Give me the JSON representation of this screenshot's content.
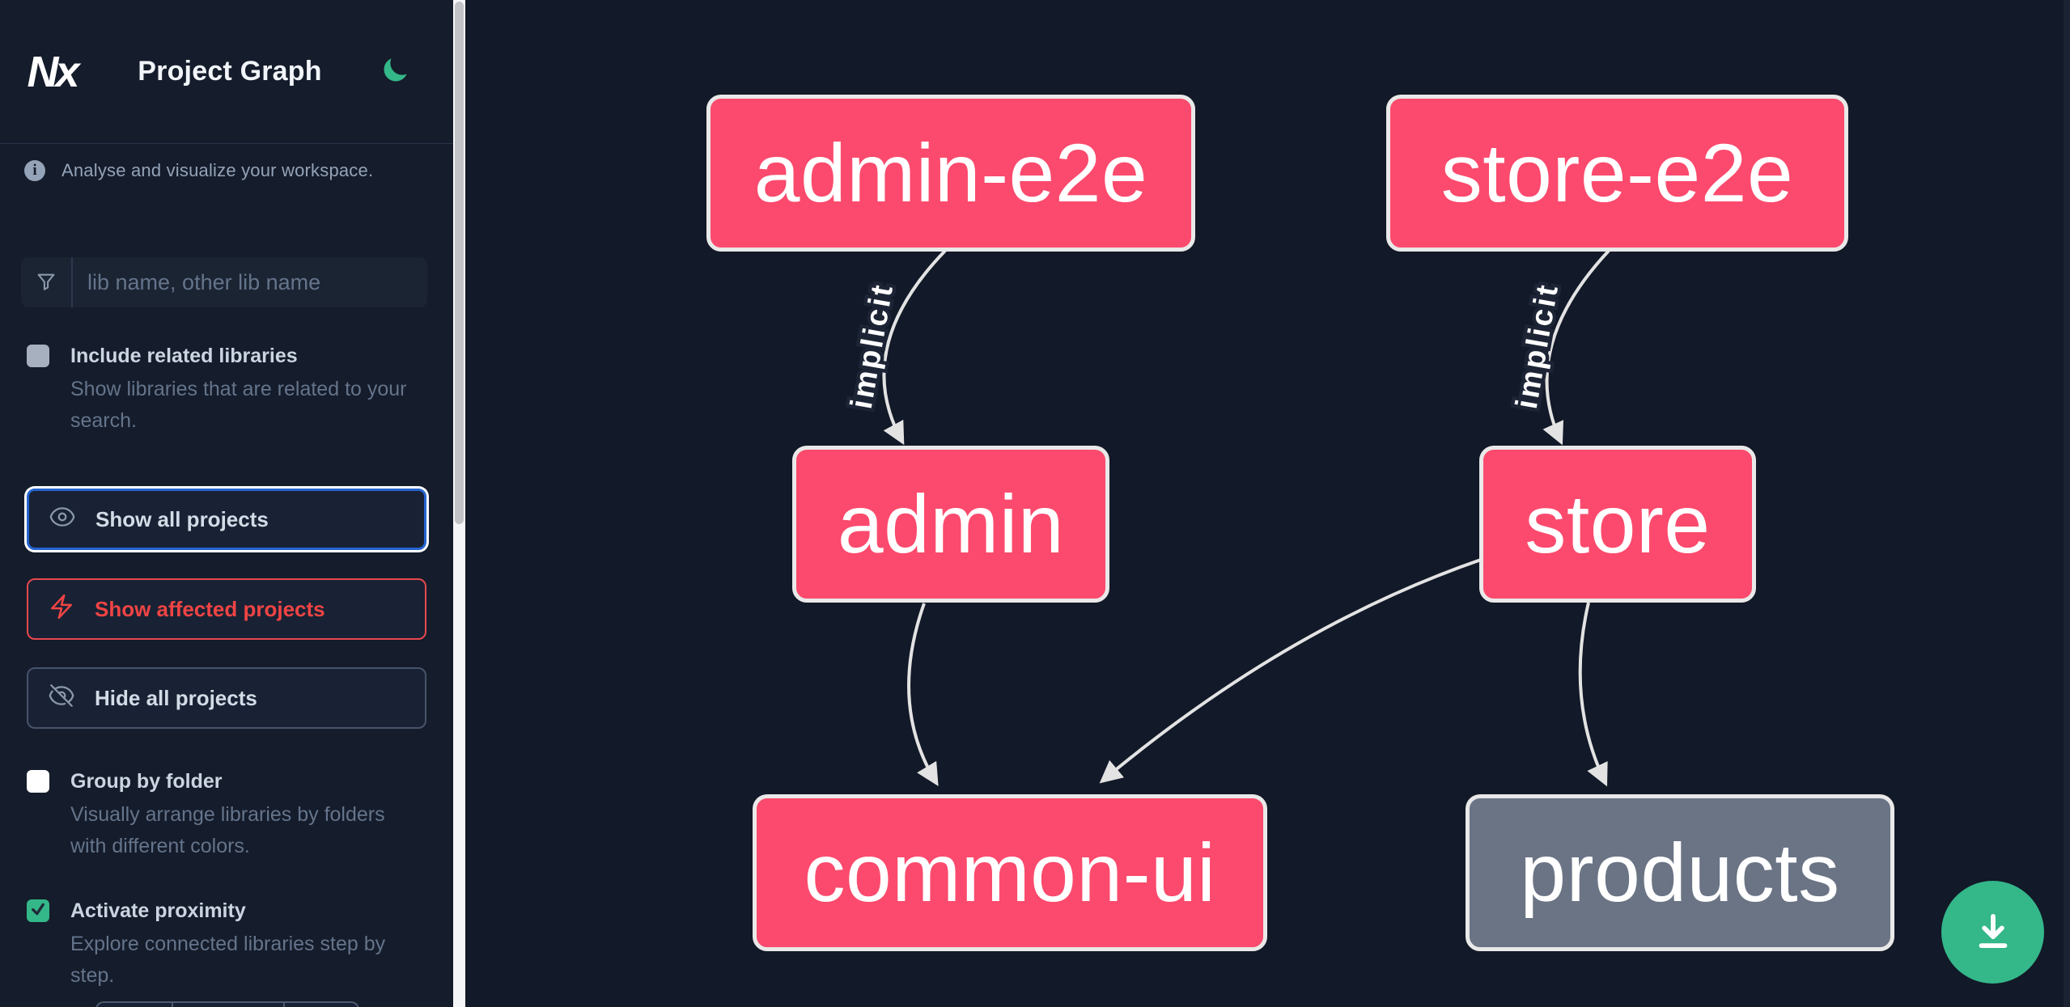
{
  "header": {
    "app_name": "Nx",
    "title": "Project Graph"
  },
  "sidebar": {
    "info_text": "Analyse and visualize your workspace.",
    "search": {
      "placeholder": "lib name, other lib name"
    },
    "toggles": [
      {
        "label": "Include related libraries",
        "description": "Show libraries that are related to your search.",
        "checked": false
      },
      {
        "label": "Group by folder",
        "description": "Visually arrange libraries by folders with different colors.",
        "checked": false
      },
      {
        "label": "Activate proximity",
        "description": "Explore connected libraries step by step.",
        "checked": true
      }
    ],
    "buttons": [
      {
        "label": "Show all projects",
        "state": "focused"
      },
      {
        "label": "Show affected projects",
        "state": "affected"
      },
      {
        "label": "Hide all projects",
        "state": "default"
      }
    ]
  },
  "graph": {
    "nodes": [
      {
        "id": "admin-e2e",
        "label": "admin-e2e",
        "color": "pink"
      },
      {
        "id": "store-e2e",
        "label": "store-e2e",
        "color": "pink"
      },
      {
        "id": "admin",
        "label": "admin",
        "color": "pink"
      },
      {
        "id": "store",
        "label": "store",
        "color": "pink"
      },
      {
        "id": "common-ui",
        "label": "common-ui",
        "color": "pink"
      },
      {
        "id": "products",
        "label": "products",
        "color": "gray"
      }
    ],
    "edges": [
      {
        "from": "admin-e2e",
        "to": "admin",
        "label": "implicit"
      },
      {
        "from": "store-e2e",
        "to": "store",
        "label": "implicit"
      },
      {
        "from": "admin",
        "to": "common-ui",
        "label": ""
      },
      {
        "from": "store",
        "to": "common-ui",
        "label": ""
      },
      {
        "from": "store",
        "to": "products",
        "label": ""
      }
    ]
  },
  "fab": {
    "action": "download"
  },
  "colors": {
    "node_pink": "#fb4a6d",
    "node_gray": "#6b7485",
    "accent_green": "#34b789",
    "affected_red": "#ef4444",
    "focus_blue": "#2564d0",
    "background": "#121928",
    "sidebar_background": "#151c2b"
  }
}
